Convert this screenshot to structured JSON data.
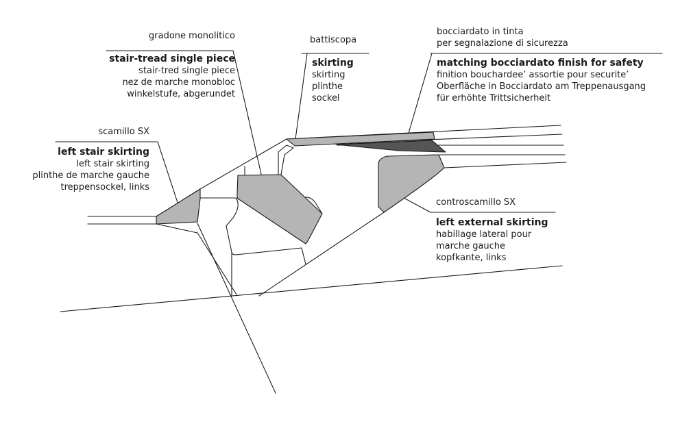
{
  "labels": {
    "gradone": {
      "italian": "gradone monolitico",
      "title": "stair-tread single piece",
      "lines": [
        "stair-tred single piece",
        "nez de marche monobloc",
        "winkelstufe, abgerundet"
      ]
    },
    "battiscopa": {
      "italian": "battiscopa",
      "title": "skirting",
      "lines": [
        "skirting",
        "plinthe",
        "sockel"
      ]
    },
    "bocciardato": {
      "italian_line1": "bocciardato in tinta",
      "italian_line2": "per segnalazione di sicurezza",
      "title": "matching bocciardato finish for safety",
      "lines": [
        "finition bouchardee’ assortie pour securite’",
        "Oberfläche in Bocciardato am Treppenausgang",
        "für erhöhte Trittsicherheit"
      ]
    },
    "scamillo": {
      "italian": "scamillo SX",
      "title": "left stair skirting",
      "lines": [
        "left stair skirting",
        "plinthe de marche gauche",
        "treppensockel, links"
      ]
    },
    "controscamillo": {
      "italian": "controscamillo SX",
      "title": "left external skirting",
      "lines": [
        "habillage lateral pour",
        "marche gauche",
        "kopfkante, links"
      ]
    }
  }
}
